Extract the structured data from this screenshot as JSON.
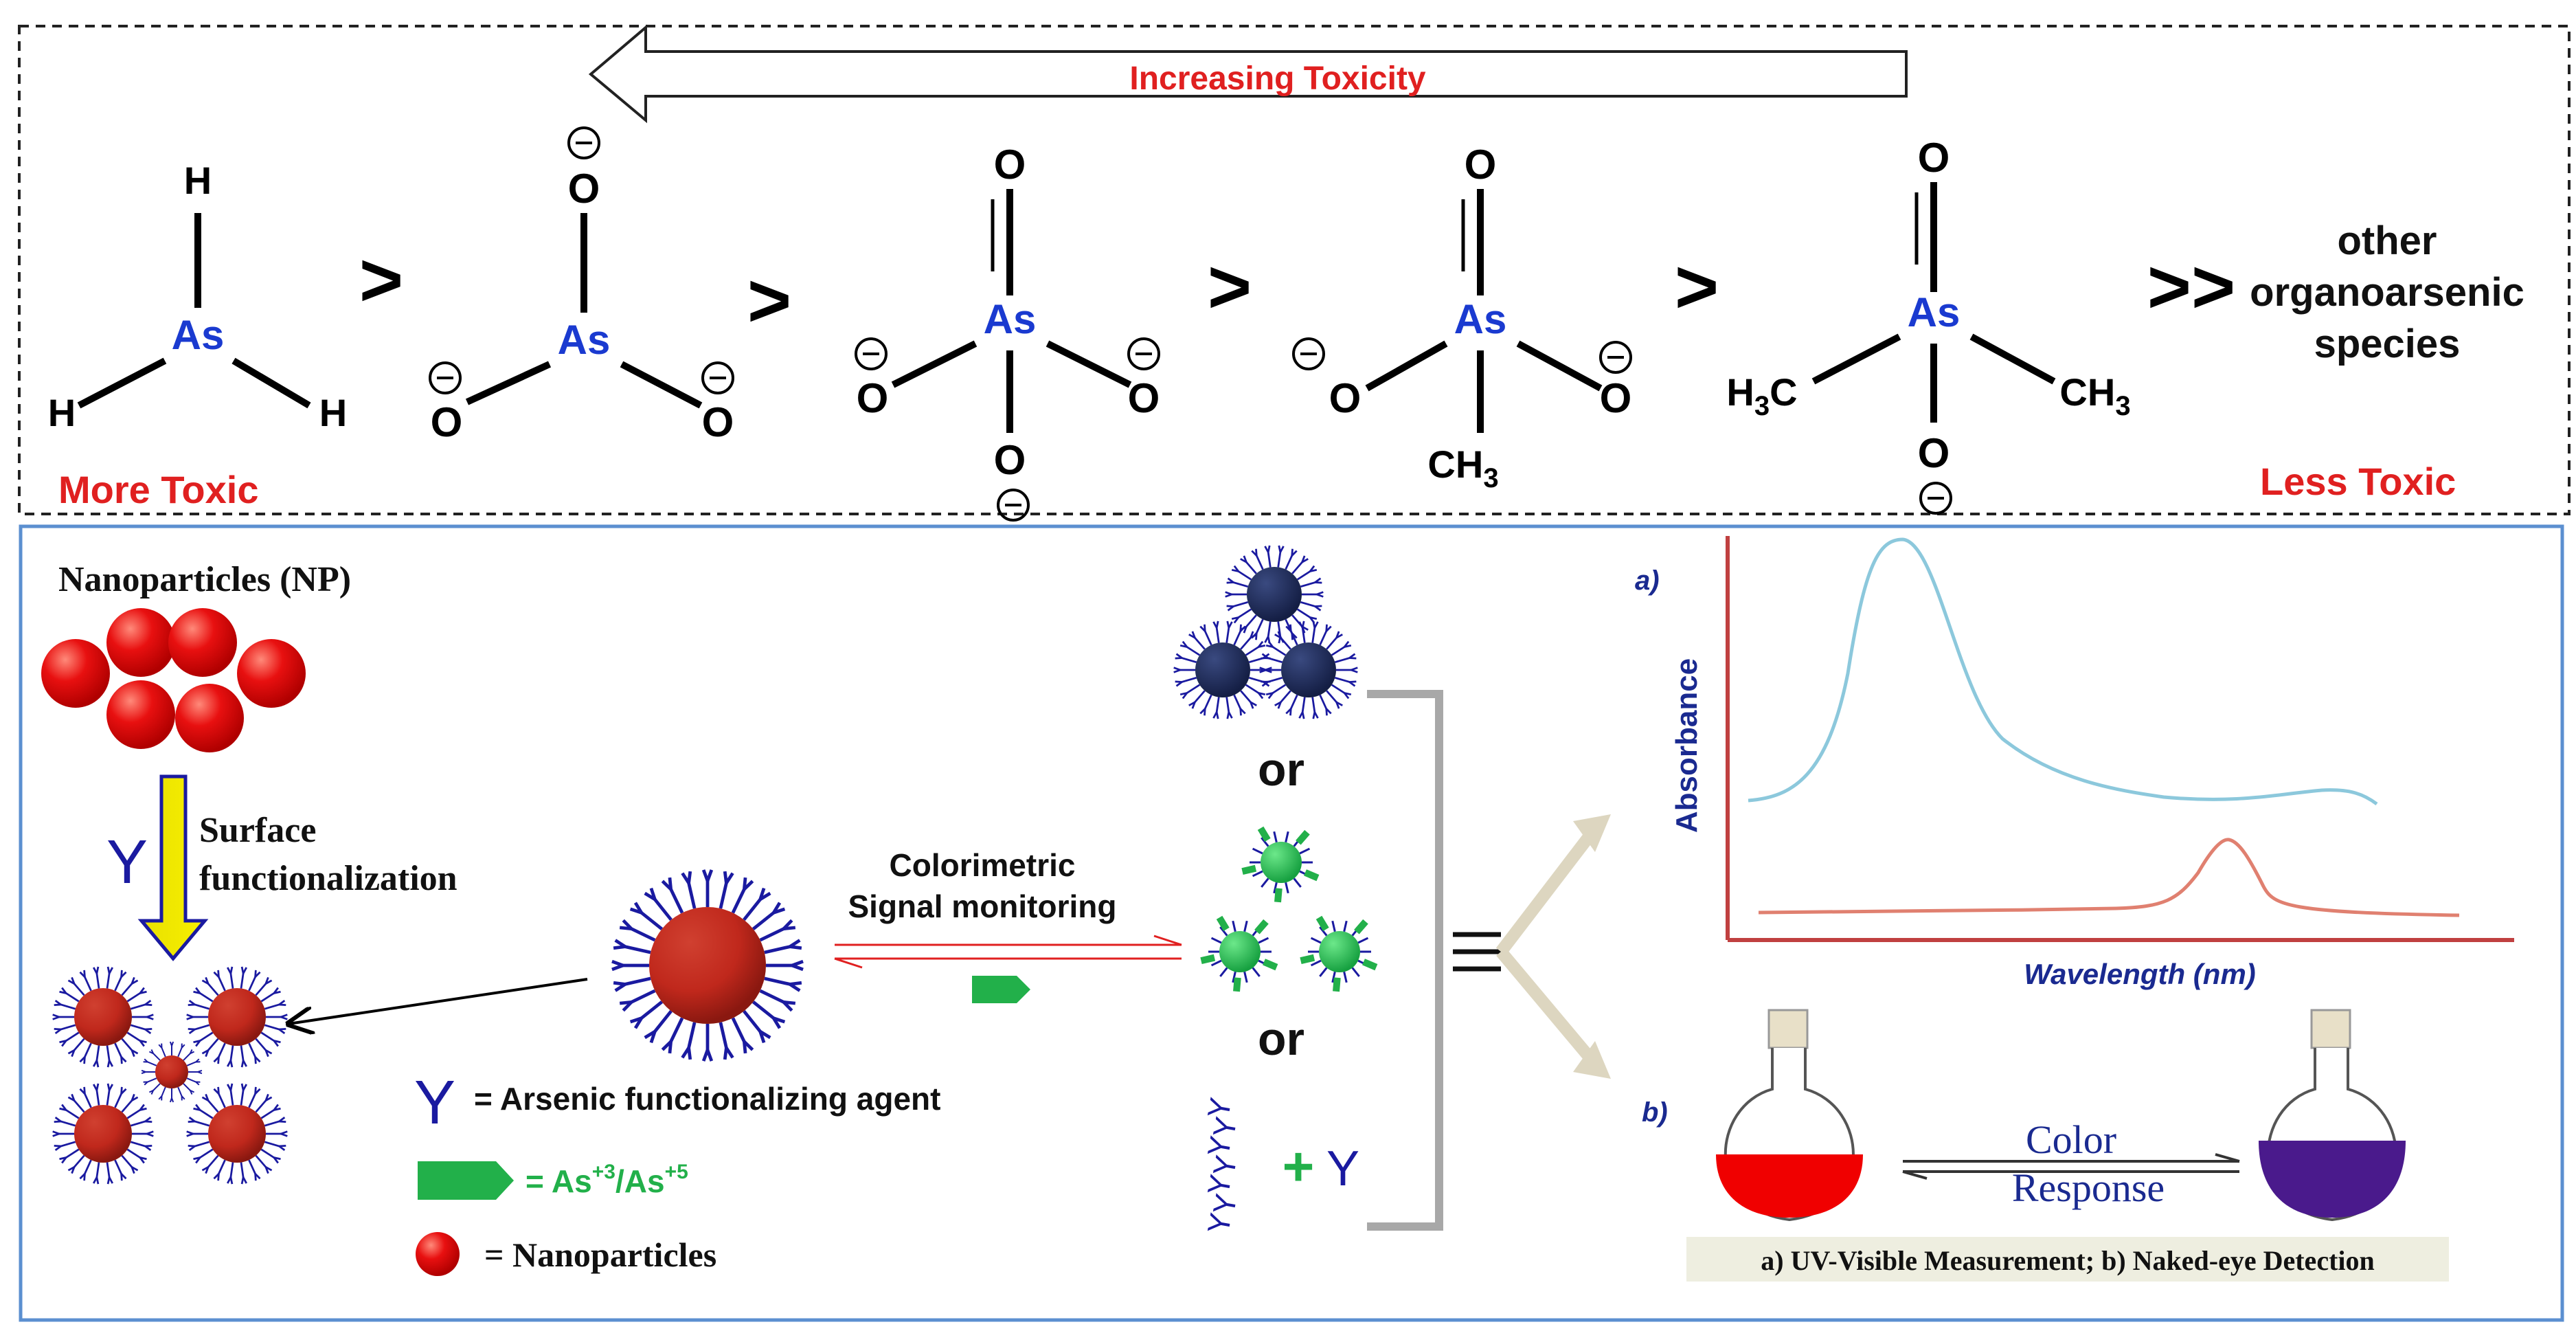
{
  "toxicity": {
    "arrow_label": "Increasing Toxicity",
    "more_toxic": "More Toxic",
    "less_toxic": "Less Toxic",
    "gt": ">",
    "gtgt": ">>",
    "other_line1": "other",
    "other_line2": "organoarsenic",
    "other_line3": "species",
    "atom_as": "As",
    "atom_h": "H",
    "atom_o": "O",
    "atom_c": "C",
    "h3": "H",
    "sub3": "3",
    "charge": "−",
    "ch": "CH"
  },
  "detection": {
    "np_title": "Nanoparticles (NP)",
    "surface_line1": "Surface",
    "surface_line2": "functionalization",
    "y_symbol": "Y",
    "colorimetric_line1": "Colorimetric",
    "colorimetric_line2": "Signal monitoring",
    "or1": "or",
    "or2": "or",
    "plus": "+",
    "legend_agent": "= Arsenic functionalizing agent",
    "legend_as_prefix": "= As",
    "legend_as_sup1": "+3",
    "legend_as_mid": "/As",
    "legend_as_sup2": "+5",
    "legend_np": "= Nanoparticles",
    "panel_a": "a)",
    "panel_b": "b)",
    "ylabel": "Absorbance",
    "xlabel": "Wavelength (nm)",
    "color_line1": "Color",
    "color_line2": "Response",
    "caption": "a) UV-Visible Measurement; b) Naked-eye Detection",
    "colors": {
      "red_np": "#e01010",
      "blue_ligand": "#1a1aa0",
      "green": "#22b04a",
      "navy_np": "#1c2a5a",
      "purple": "#4a1a8c",
      "curve_blue": "#8cc8dc",
      "curve_red": "#e08070",
      "axis": "#c04040"
    }
  }
}
